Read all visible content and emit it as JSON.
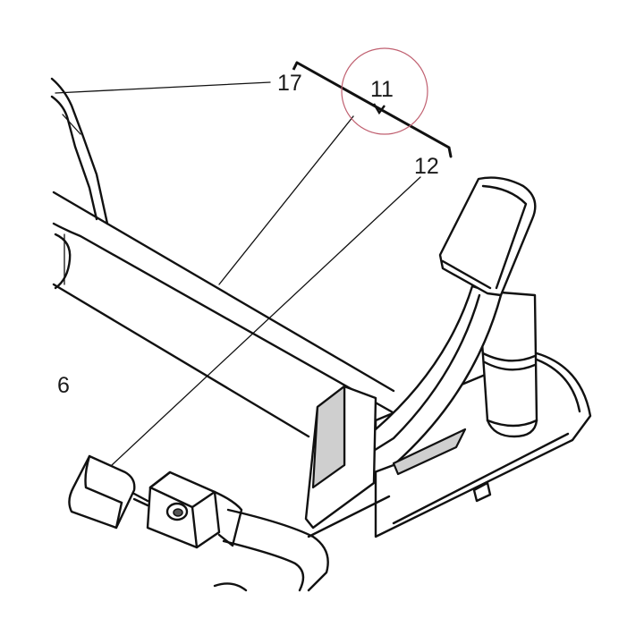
{
  "diagram": {
    "callouts": [
      {
        "id": "17",
        "text": "17"
      },
      {
        "id": "11",
        "text": "11"
      },
      {
        "id": "12",
        "text": "12"
      },
      {
        "id": "6",
        "text": "6"
      }
    ],
    "colors": {
      "line": "#111111",
      "highlight_circle": "#c06070",
      "shade": "#cfcfcf"
    }
  }
}
